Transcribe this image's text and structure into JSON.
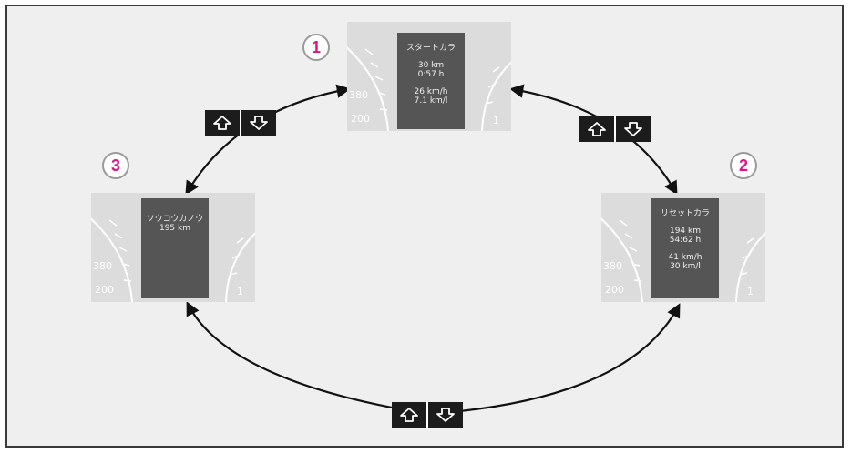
{
  "screens": [
    {
      "number": "1",
      "header": "スタートカラ",
      "lines": [
        "30 km",
        "0:57 h",
        "",
        "26 km/h",
        "7.1 km/l"
      ]
    },
    {
      "number": "2",
      "header": "リセットカラ",
      "lines": [
        "194 km",
        "54:62 h",
        "",
        "41 km/h",
        "30 km/l"
      ]
    },
    {
      "number": "3",
      "header": "ソウコウカノウ",
      "lines": [
        "195 km"
      ]
    }
  ],
  "gauge_ticks": [
    "380",
    "200"
  ],
  "gauge_ticks_short": [
    "1"
  ],
  "buttons": {
    "up_icon": "up-arrow-icon",
    "down_icon": "down-arrow-icon"
  },
  "colors": {
    "accent": "#e0148a",
    "button": "#1c1c1c",
    "lcd": "#555555",
    "panel": "#dcdcdc"
  }
}
